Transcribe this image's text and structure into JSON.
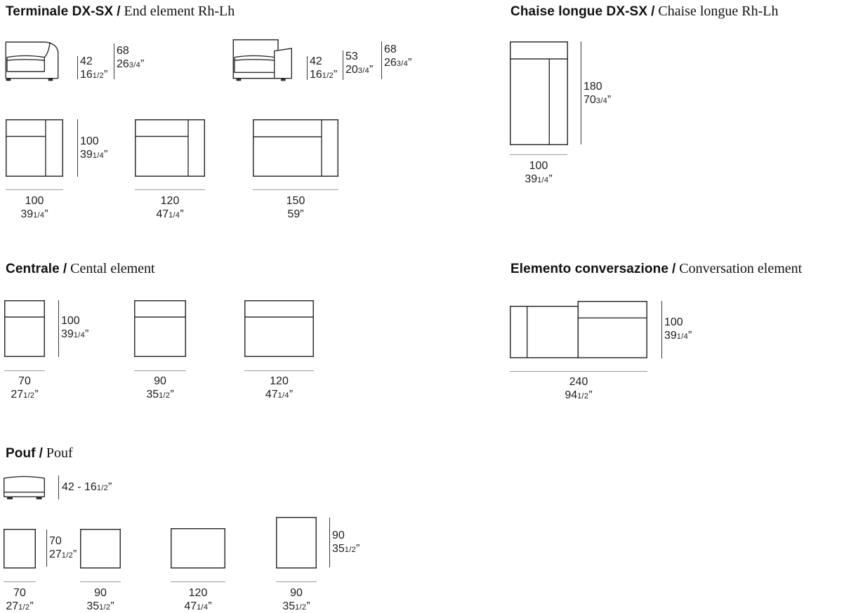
{
  "page": {
    "background": "#ffffff",
    "ink": "#2e2e2e",
    "dim_rule_color": "#9a9a9a",
    "text_color": "#1c1c1c"
  },
  "sections": {
    "terminale": {
      "title_it": "Terminale DX-SX",
      "title_sep": "/",
      "title_en": "End element Rh-Lh",
      "side_left": {
        "seat_h": {
          "cm": "42",
          "in": "16",
          "frac": "1/2",
          "q": "”"
        },
        "total_h": {
          "cm": "68",
          "in": "26",
          "frac": "3/4",
          "q": "”"
        }
      },
      "side_right": {
        "seat_h": {
          "cm": "42",
          "in": "16",
          "frac": "1/2",
          "q": "”"
        },
        "arm_h": {
          "cm": "53",
          "in": "20",
          "frac": "3/4",
          "q": "”"
        },
        "total_h": {
          "cm": "68",
          "in": "26",
          "frac": "3/4",
          "q": "”"
        }
      },
      "depth": {
        "cm": "100",
        "in": "39",
        "frac": "1/4",
        "q": "”"
      },
      "widths": [
        {
          "cm": "100",
          "in": "39",
          "frac": "1/4",
          "q": "”"
        },
        {
          "cm": "120",
          "in": "47",
          "frac": "1/4",
          "q": "”"
        },
        {
          "cm": "150",
          "in": "59",
          "frac": "",
          "q": "”"
        }
      ]
    },
    "chaise": {
      "title_it": "Chaise longue DX-SX",
      "title_sep": "/",
      "title_en": "Chaise longue Rh-Lh",
      "depth": {
        "cm": "180",
        "in": "70",
        "frac": "3/4",
        "q": "”"
      },
      "width": {
        "cm": "100",
        "in": "39",
        "frac": "1/4",
        "q": "”"
      }
    },
    "centrale": {
      "title_it": "Centrale",
      "title_sep": "/",
      "title_en": "Cental element",
      "depth": {
        "cm": "100",
        "in": "39",
        "frac": "1/4",
        "q": "”"
      },
      "widths": [
        {
          "cm": "70",
          "in": "27",
          "frac": "1/2",
          "q": "”"
        },
        {
          "cm": "90",
          "in": "35",
          "frac": "1/2",
          "q": "”"
        },
        {
          "cm": "120",
          "in": "47",
          "frac": "1/4",
          "q": "”"
        }
      ]
    },
    "conversazione": {
      "title_it": "Elemento conversazione",
      "title_sep": "/",
      "title_en": "Conversation element",
      "depth": {
        "cm": "100",
        "in": "39",
        "frac": "1/4",
        "q": "”"
      },
      "width": {
        "cm": "240",
        "in": "94",
        "frac": "1/2",
        "q": "”"
      }
    },
    "pouf": {
      "title_it": "Pouf",
      "title_sep": "/",
      "title_en": "Pouf",
      "height_label": {
        "main": "42 - 16",
        "frac": "1/2",
        "q": "”"
      },
      "depth_small": {
        "cm": "70",
        "in": "27",
        "frac": "1/2",
        "q": "”"
      },
      "depth_large": {
        "cm": "90",
        "in": "35",
        "frac": "1/2",
        "q": "”"
      },
      "widths": [
        {
          "cm": "70",
          "in": "27",
          "frac": "1/2",
          "q": "”"
        },
        {
          "cm": "90",
          "in": "35",
          "frac": "1/2",
          "q": "”"
        },
        {
          "cm": "120",
          "in": "47",
          "frac": "1/4",
          "q": "”"
        },
        {
          "cm": "90",
          "in": "35",
          "frac": "1/2",
          "q": "”"
        }
      ]
    }
  }
}
